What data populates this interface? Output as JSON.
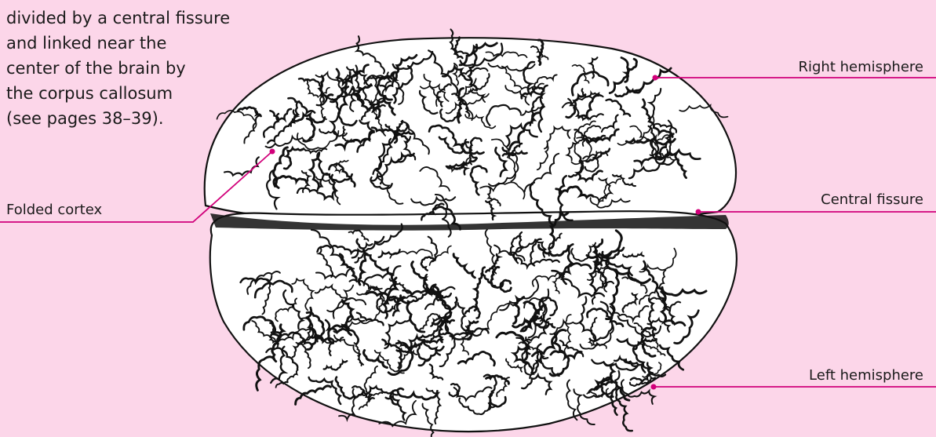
{
  "colors": {
    "background": "#fcd6e9",
    "leader_line": "#d1007a",
    "text": "#1a1a1a",
    "brain_fill": "#ffffff",
    "brain_ink": "#111111"
  },
  "intro": {
    "lines": [
      "divided by a central fissure",
      "and linked near the",
      "center of the brain by",
      "the corpus callosum",
      "(see pages 38–39)."
    ]
  },
  "labels": {
    "right_hemisphere": "Right hemisphere",
    "central_fissure": "Central fissure",
    "left_hemisphere": "Left hemisphere",
    "folded_cortex": "Folded cortex"
  },
  "illustration": {
    "subject": "brain-top-view"
  }
}
